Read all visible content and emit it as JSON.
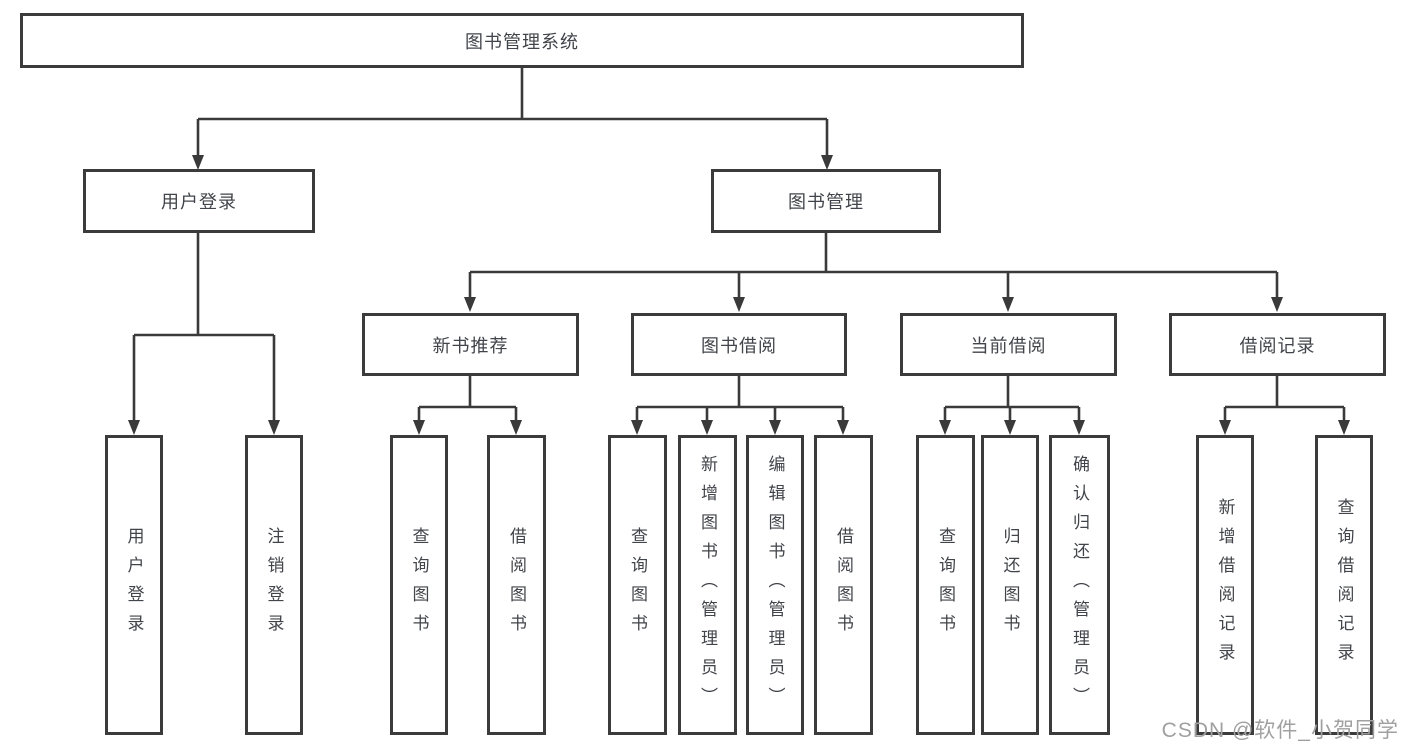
{
  "diagram": {
    "root": {
      "label": "图书管理系统"
    },
    "level2": [
      {
        "label": "用户登录"
      },
      {
        "label": "图书管理"
      }
    ],
    "level3": [
      {
        "label": "新书推荐"
      },
      {
        "label": "图书借阅"
      },
      {
        "label": "当前借阅"
      },
      {
        "label": "借阅记录"
      }
    ],
    "leaves": [
      {
        "label": "用户登录"
      },
      {
        "label": "注销登录"
      },
      {
        "label": "查询图书"
      },
      {
        "label": "借阅图书"
      },
      {
        "label": "查询图书"
      },
      {
        "label": "新增图书（管理员）"
      },
      {
        "label": "编辑图书（管理员）"
      },
      {
        "label": "借阅图书"
      },
      {
        "label": "查询图书"
      },
      {
        "label": "归还图书"
      },
      {
        "label": "确认归还（管理员）"
      },
      {
        "label": "新增借阅记录"
      },
      {
        "label": "查询借阅记录"
      }
    ]
  },
  "watermark": {
    "text": "CSDN @软件_小贺同学"
  },
  "colors": {
    "line": "#3a3a3a",
    "border": "#3b3b3b",
    "text": "#41444a",
    "watermark": "#a0a0a0",
    "background": "#ffffff"
  }
}
